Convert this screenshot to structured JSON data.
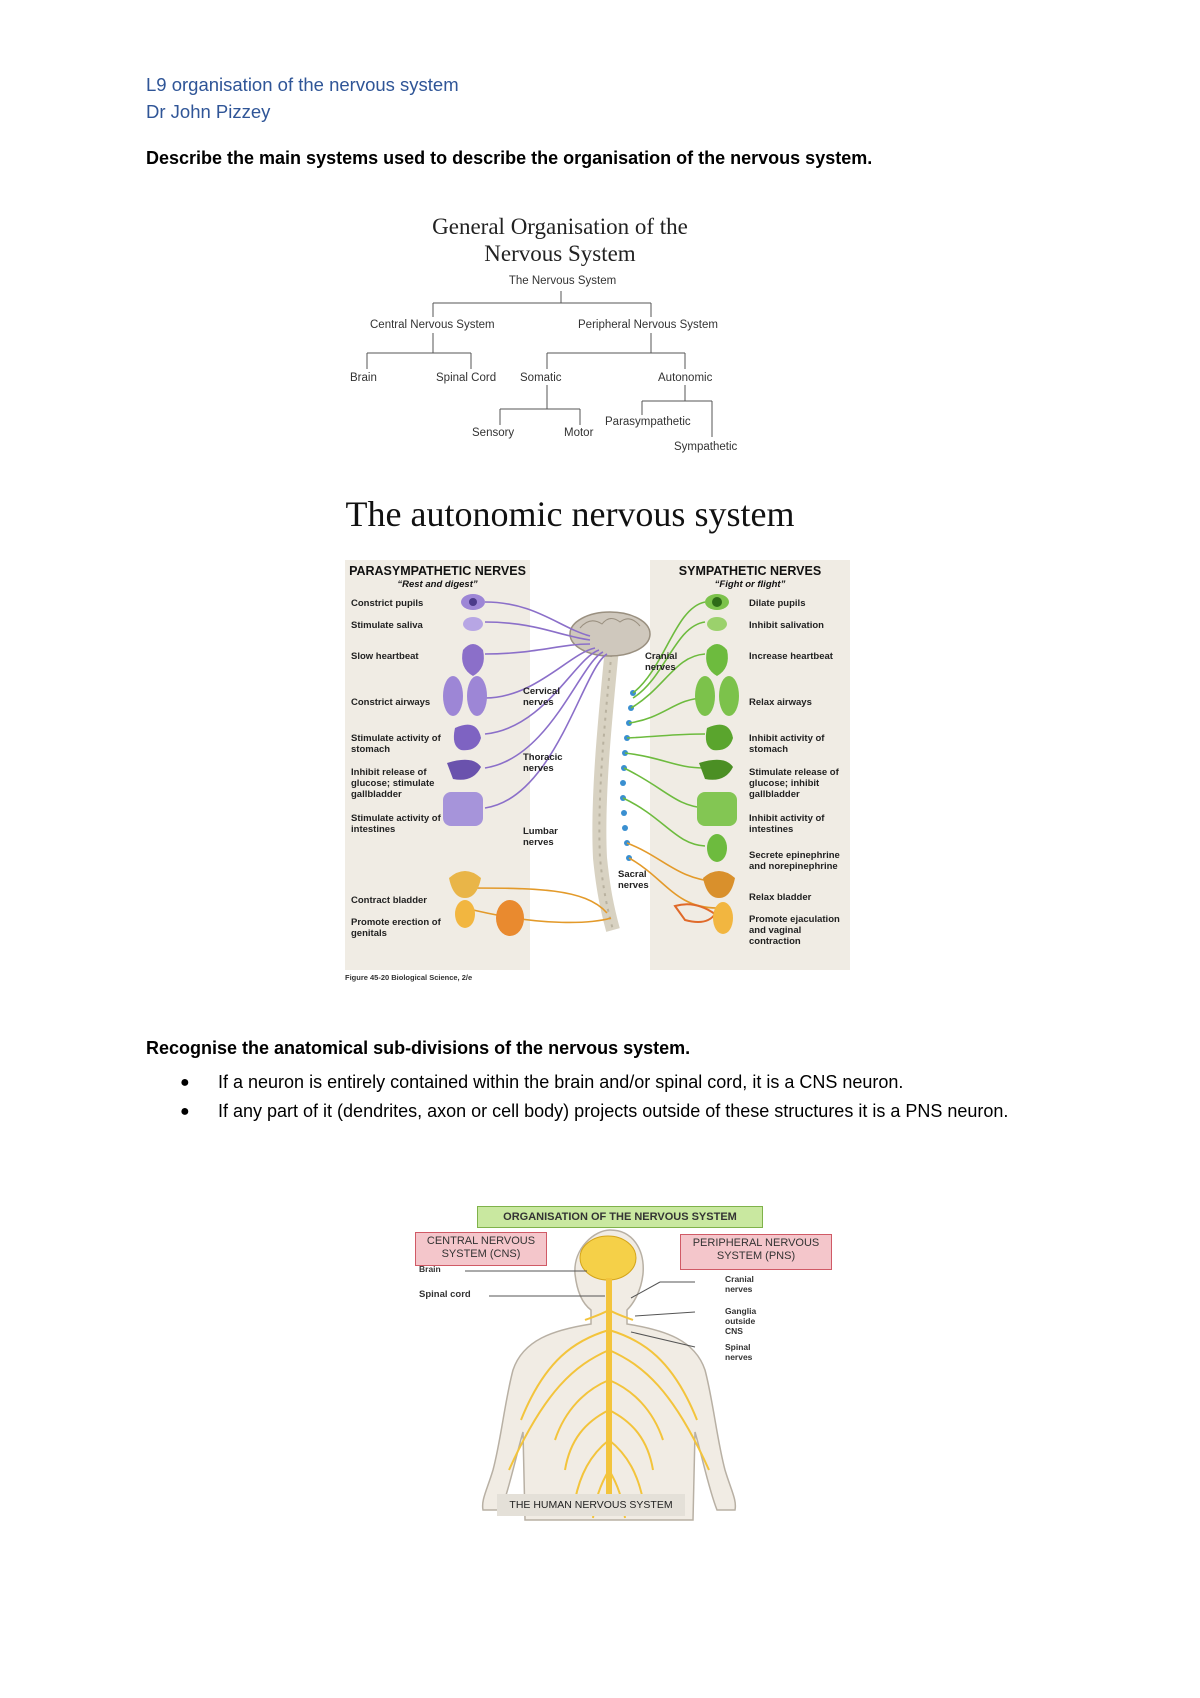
{
  "header": {
    "title": "L9 organisation of the nervous system",
    "author": "Dr John Pizzey"
  },
  "q1": "Describe the main systems used to describe the organisation of the nervous system.",
  "tree": {
    "title_line1": "General Organisation of the",
    "title_line2": "Nervous System",
    "root": "The Nervous System",
    "cns": "Central Nervous System",
    "pns": "Peripheral Nervous System",
    "brain": "Brain",
    "spinal": "Spinal Cord",
    "somatic": "Somatic",
    "autonomic": "Autonomic",
    "sensory": "Sensory",
    "motor": "Motor",
    "para": "Parasympathetic",
    "symp": "Sympathetic"
  },
  "ans": {
    "title": "The autonomic nervous system",
    "para_head": "PARASYMPATHETIC NERVES",
    "para_sub": "“Rest and digest”",
    "symp_head": "SYMPATHETIC NERVES",
    "symp_sub": "“Fight or flight”",
    "para_items": [
      "Constrict pupils",
      "Stimulate saliva",
      "Slow heartbeat",
      "Constrict airways",
      "Stimulate activity of stomach",
      "Inhibit release of glucose; stimulate gallbladder",
      "Stimulate activity of intestines",
      "Contract bladder",
      "Promote erection of genitals"
    ],
    "symp_items": [
      "Dilate pupils",
      "Inhibit salivation",
      "Increase heartbeat",
      "Relax airways",
      "Inhibit activity of stomach",
      "Stimulate release of glucose; inhibit gallbladder",
      "Inhibit activity of intestines",
      "Secrete epinephrine and norepinephrine",
      "Relax bladder",
      "Promote ejaculation and vaginal contraction"
    ],
    "cranial": "Cranial nerves",
    "cervical": "Cervical nerves",
    "thoracic": "Thoracic nerves",
    "lumbar": "Lumbar nerves",
    "sacral": "Sacral nerves",
    "figure": "Figure 45-20 Biological Science, 2/e"
  },
  "q2": "Recognise the anatomical sub-divisions of the nervous system.",
  "bullets": [
    "If a neuron is entirely contained within the brain and/or spinal cord, it is a CNS neuron.",
    "If any part of it (dendrites, axon or cell body) projects outside of these structures it is a PNS neuron."
  ],
  "org": {
    "title": "ORGANISATION OF THE NERVOUS SYSTEM",
    "cns": "CENTRAL NERVOUS SYSTEM (CNS)",
    "pns": "PERIPHERAL NERVOUS SYSTEM (PNS)",
    "brain": "Brain",
    "spinal": "Spinal cord",
    "cranial": "Cranial nerves",
    "ganglia": "Ganglia outside CNS",
    "spinal_nerves": "Spinal nerves",
    "bottom": "THE HUMAN NERVOUS SYSTEM"
  },
  "colors": {
    "header_blue": "#2f5597",
    "para_purple": "#8b6fc9",
    "symp_green": "#6dbb3e",
    "nerve_yellow": "#f3c43c",
    "cns_pink": "#f4c6cb",
    "title_green": "#c9e8a0"
  }
}
